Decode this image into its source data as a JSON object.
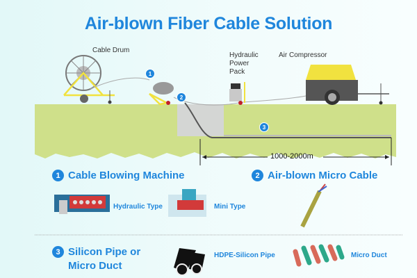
{
  "title": "Air-blown Fiber Cable Solution",
  "diagram": {
    "labels": {
      "cable_drum": "Cable Drum",
      "hydraulic_power_pack": "Hydraulic Power Pack",
      "hydraulic_power_pack_lines": [
        "Hydraulic",
        "Power",
        "Pack"
      ],
      "air_compressor": "Air Compressor"
    },
    "badges": [
      "1",
      "2",
      "3"
    ],
    "distance": "1000-2000m"
  },
  "sections": [
    {
      "number": "1",
      "title": "Cable Blowing Machine",
      "items": [
        {
          "label": "Hydraulic Type"
        },
        {
          "label": "Mini Type"
        }
      ]
    },
    {
      "number": "2",
      "title": "Air-blown Micro Cable",
      "items": []
    },
    {
      "number": "3",
      "title_lines": [
        "Silicon Pipe or",
        "Micro Duct"
      ],
      "items": [
        {
          "label": "HDPE-Silicon Pipe"
        },
        {
          "label": "Micro Duct"
        }
      ]
    }
  ],
  "colors": {
    "accent": "#1f86dc",
    "ground": "#cfe08a",
    "compressor": "#f1e23f"
  }
}
